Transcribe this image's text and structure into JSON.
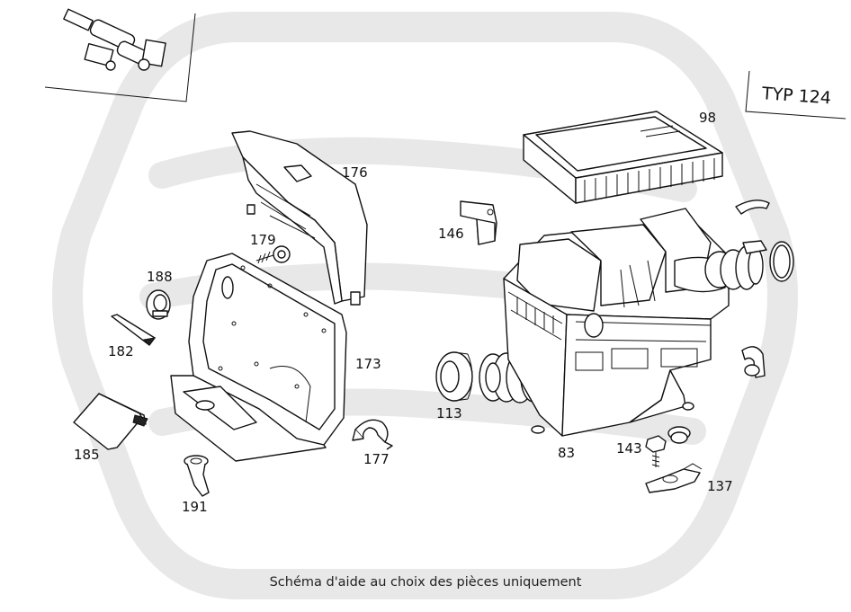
{
  "model_label": "TYP 124",
  "caption": "Schéma d'aide au choix des pièces uniquement",
  "callouts": {
    "p98": "98",
    "p176": "176",
    "p146": "146",
    "p179": "179",
    "p188": "188",
    "p182": "182",
    "p173": "173",
    "p185": "185",
    "p113": "113",
    "p177": "177",
    "p191": "191",
    "p83": "83",
    "p143": "143",
    "p137": "137"
  },
  "colors": {
    "watermark": "#e6e6e6",
    "line": "#111111",
    "background": "#ffffff"
  }
}
